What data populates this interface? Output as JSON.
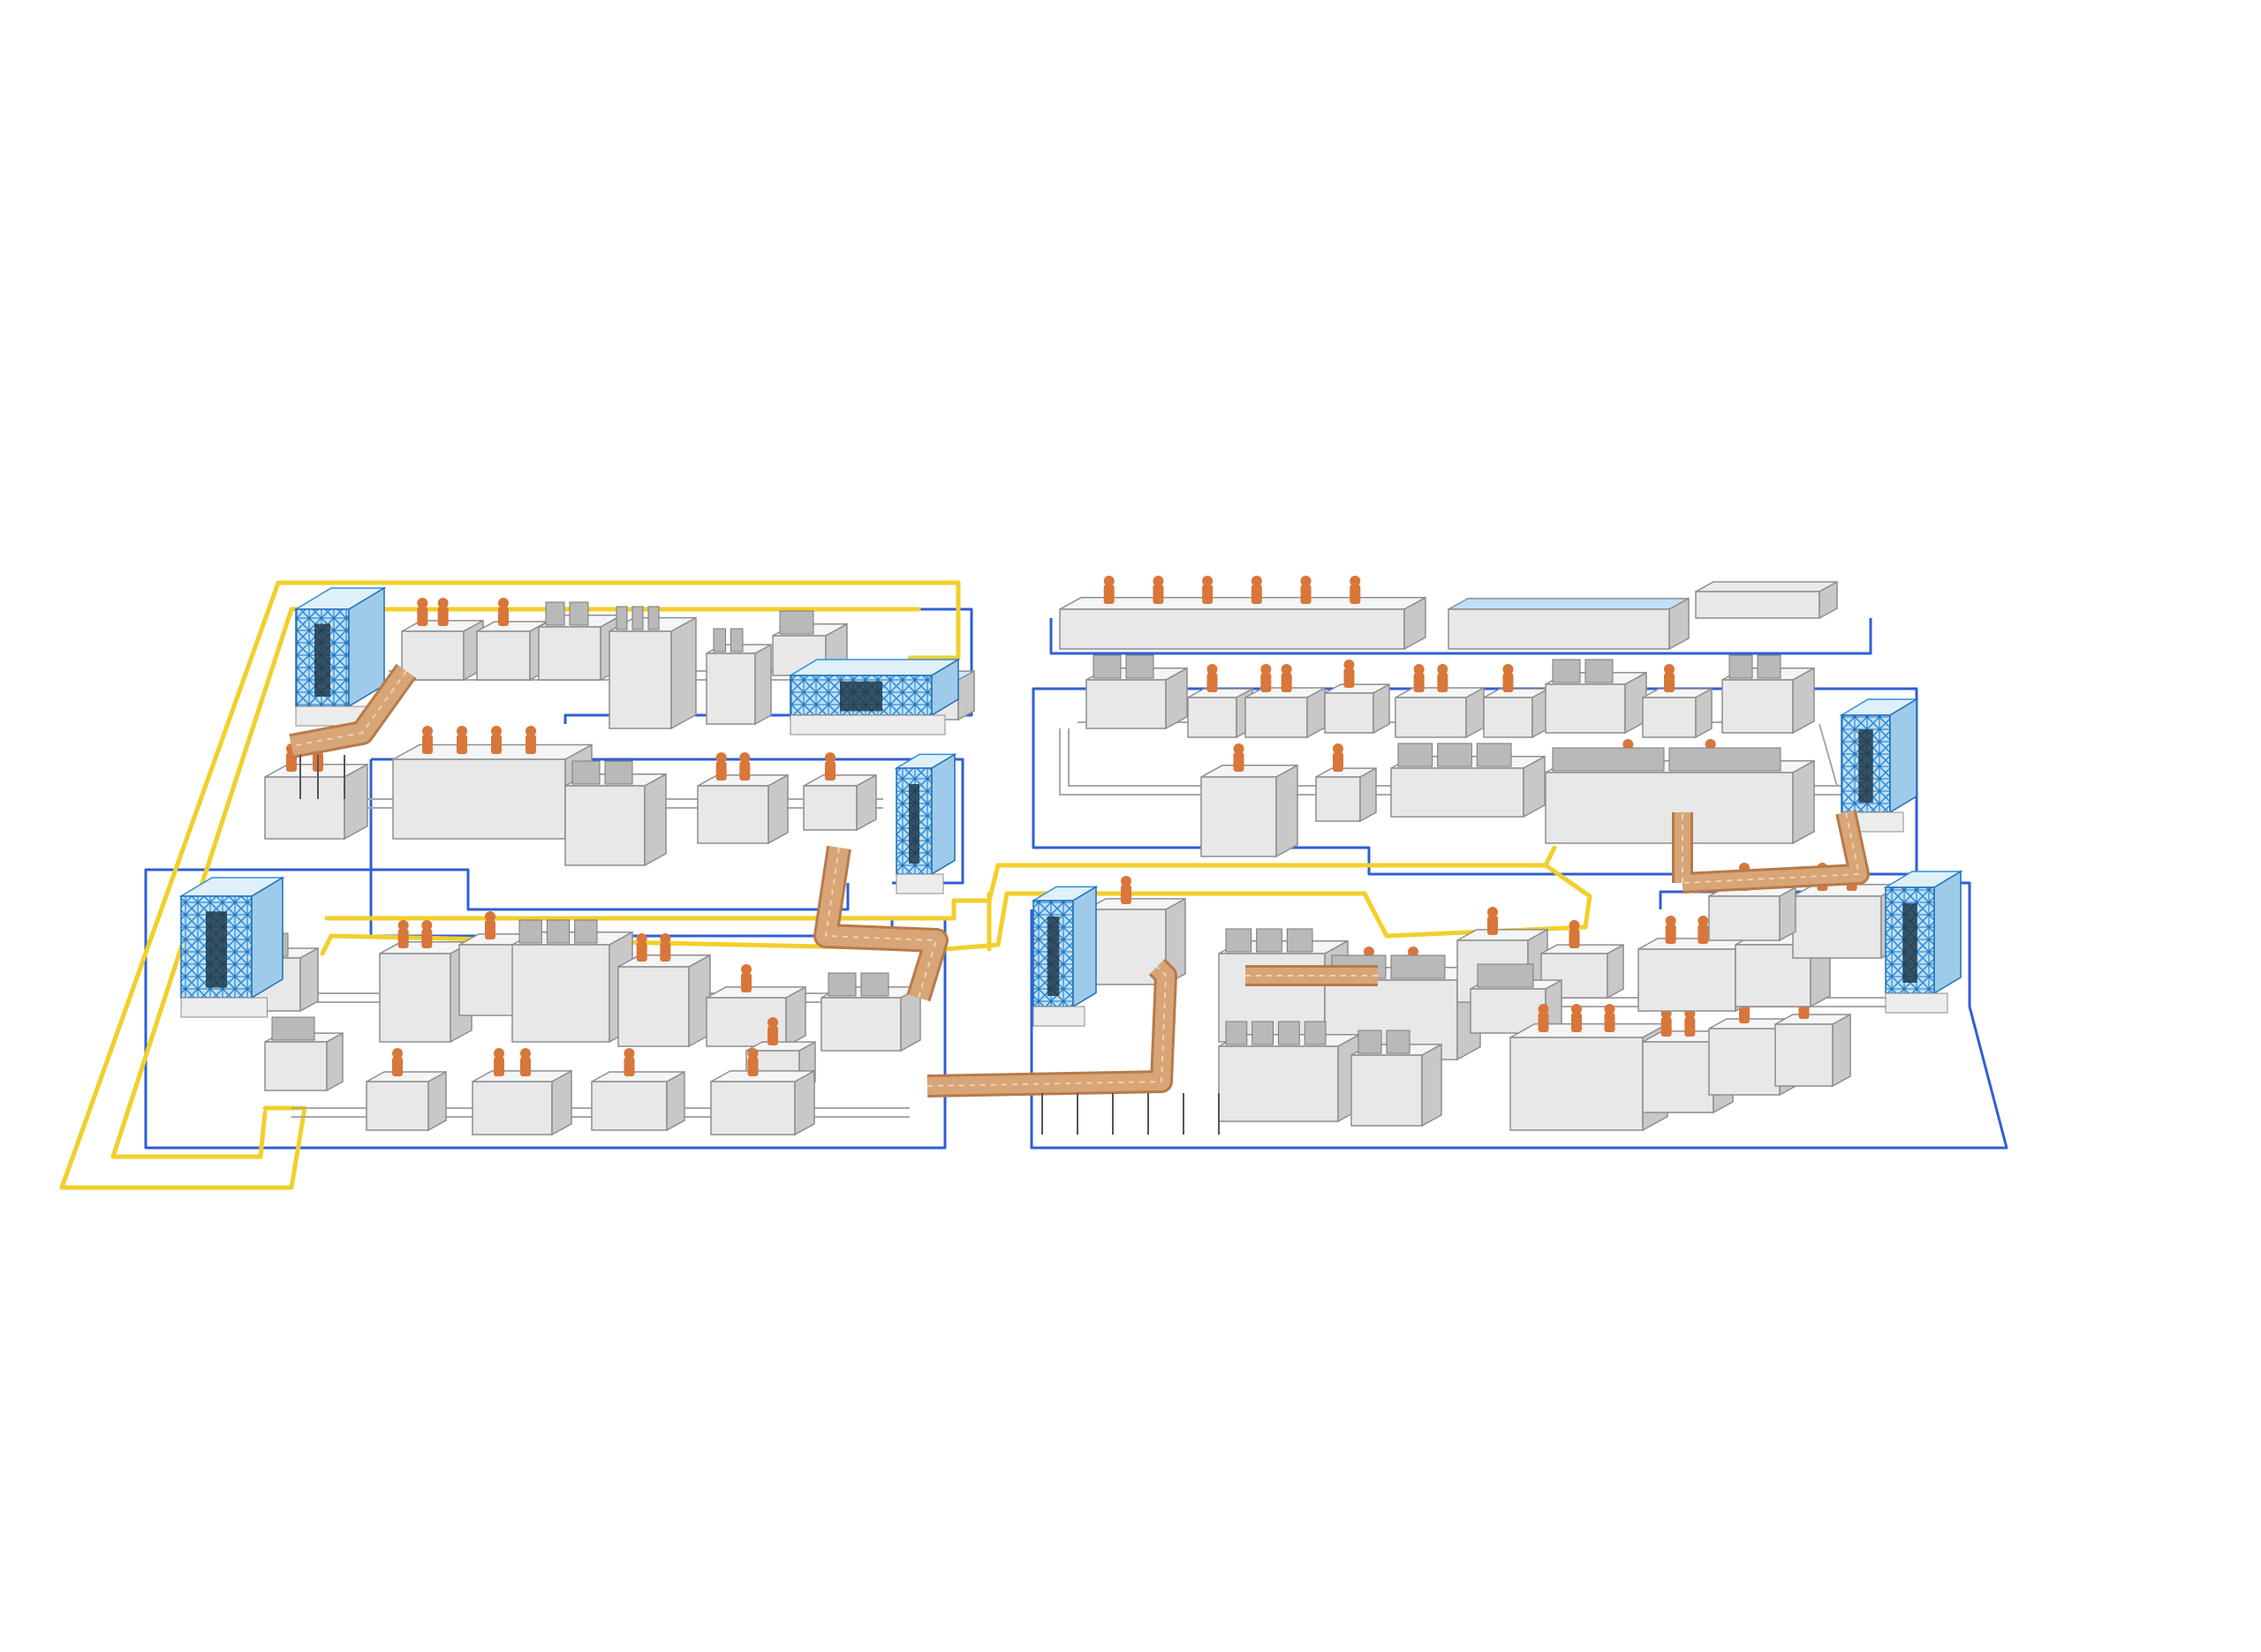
{
  "colors": {
    "background": "#ffffff",
    "boundary_blue": "#2f5fd6",
    "agv_yellow": "#f2cf2a",
    "storage_blue": "#3a9ee0",
    "storage_dark": "#20384a",
    "conveyor_tan": "#d8a577",
    "conveyor_rail": "#b77a4a",
    "robot_orange": "#d9763a",
    "cell_wall": "#e8e8e8",
    "cell_wall_dark": "#c8c8c8",
    "cell_frame": "#8e8e8e",
    "machine_gray": "#b9b9b9",
    "glass": "#f3f5f7"
  },
  "diagram": {
    "type": "isometric-factory-layout",
    "labels_present": false,
    "zones": [
      {
        "id": "zone-top-left-loop"
      },
      {
        "id": "zone-middle-left-loop"
      },
      {
        "id": "zone-bottom-left-loop"
      },
      {
        "id": "zone-top-right-strip"
      },
      {
        "id": "zone-middle-right-loop"
      },
      {
        "id": "zone-bottom-right-loop"
      }
    ],
    "agv_routes": [
      {
        "id": "agv-route-outer"
      },
      {
        "id": "agv-route-inner"
      },
      {
        "id": "agv-route-bridge"
      }
    ],
    "storage_towers": [
      {
        "id": "storage-tower-1"
      },
      {
        "id": "storage-tower-2"
      },
      {
        "id": "storage-tower-3"
      },
      {
        "id": "storage-tower-4"
      },
      {
        "id": "storage-tower-5"
      },
      {
        "id": "storage-tower-6"
      },
      {
        "id": "storage-tower-7"
      }
    ]
  }
}
